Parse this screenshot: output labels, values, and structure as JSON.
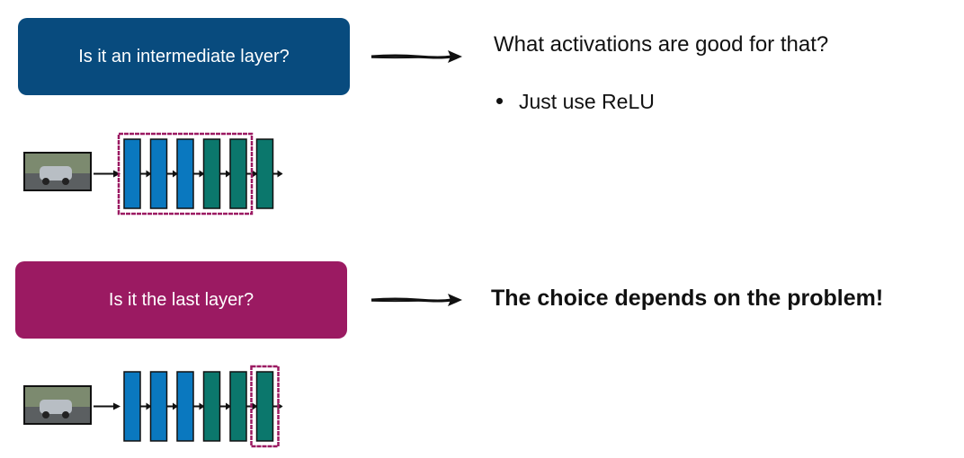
{
  "colors": {
    "intermediate_box": "#084B7E",
    "last_box": "#9B1A62",
    "blue_layer": "#0A78BF",
    "teal_layer": "#0B776C",
    "highlight": "#9B1A62"
  },
  "question1": {
    "label": "Is it an intermediate layer?"
  },
  "answer1": {
    "text": "What activations are good for that?",
    "bullet": "Just use ReLU"
  },
  "question2": {
    "label": "Is it the last layer?"
  },
  "answer2": {
    "text": "The choice depends on the problem!"
  },
  "networks": {
    "layer_types": [
      "blue",
      "blue",
      "blue",
      "teal",
      "teal",
      "teal"
    ],
    "input_icon": "car-photo-thumbnail",
    "diagram1_highlighted_layers": [
      0,
      1,
      2,
      3,
      4
    ],
    "diagram2_highlighted_layers": [
      5
    ]
  }
}
